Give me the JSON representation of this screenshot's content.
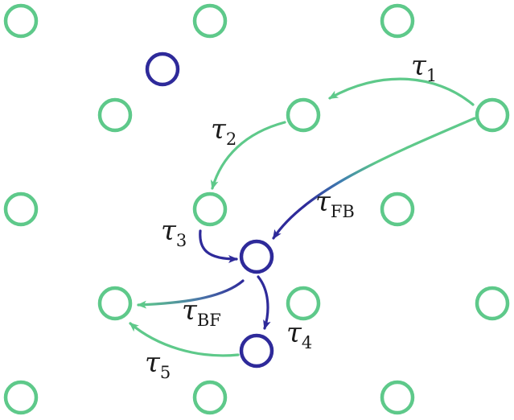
{
  "colors": {
    "green": "#5ec98a",
    "blue": "#2e2a9a"
  },
  "labels": {
    "tau1": {
      "symbol": "τ",
      "sub": "1"
    },
    "tau2": {
      "symbol": "τ",
      "sub": "2"
    },
    "tau3": {
      "symbol": "τ",
      "sub": "3"
    },
    "tau4": {
      "symbol": "τ",
      "sub": "4"
    },
    "tau5": {
      "symbol": "τ",
      "sub": "5"
    },
    "tauFB": {
      "symbol": "τ",
      "sub": "FB"
    },
    "tauBF": {
      "symbol": "τ",
      "sub": "BF"
    }
  }
}
